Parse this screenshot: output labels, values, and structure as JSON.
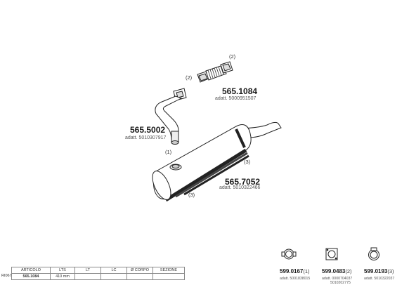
{
  "parts": {
    "flex": {
      "code": "565.1084",
      "adatt": "adatt. 5000951507",
      "qty": "(2)"
    },
    "pipe": {
      "code": "565.5002",
      "adatt": "adatt. 5010307917",
      "qty_flange": "(2)",
      "qty_end": "(1)"
    },
    "silencer": {
      "code": "565.7052",
      "adatt": "adatt. 5010322466",
      "qty_outlet": "(3)",
      "qty_body": "(3)"
    }
  },
  "accessories": [
    {
      "code": "599.0167",
      "qty": "(1)",
      "adatt_lines": [
        "adatt. 5001838015"
      ],
      "icon": "clamp-ring-icon"
    },
    {
      "code": "599.0483",
      "qty": "(2)",
      "adatt_lines": [
        "adatt. 0000704037",
        "5010202775"
      ],
      "icon": "flange-gasket-icon"
    },
    {
      "code": "599.0193",
      "qty": "(3)",
      "adatt_lines": [
        "adatt. 5010322037"
      ],
      "icon": "clamp-band-icon"
    }
  ],
  "footer": {
    "ref": "RI067",
    "headers": [
      "ARTICOLO",
      "LTS",
      "LT",
      "LC",
      "Ø CORPO",
      "SEZIONE"
    ],
    "values": [
      "565.1084",
      "410 mm",
      "",
      "",
      "",
      ""
    ]
  }
}
